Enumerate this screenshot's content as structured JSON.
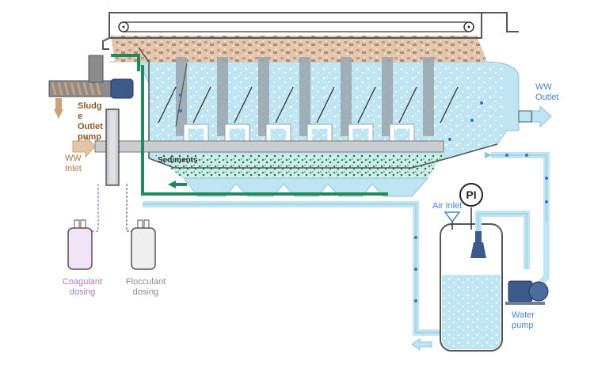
{
  "labels": {
    "sludge_outlet_pump": [
      "Sludg",
      "e",
      "Outlet",
      "pump"
    ],
    "ww_inlet": [
      "WW",
      "Inlet"
    ],
    "ww_outlet": [
      "WW",
      "Outlet"
    ],
    "sediments": "Sediments",
    "air_inlet": "Air Inlet",
    "pressure_indicator": "PI",
    "water_pump": [
      "Water",
      "pump"
    ],
    "coagulant_dosing": [
      "Coagulant",
      "dosing"
    ],
    "flocculant_dosing": [
      "Flocculant",
      "dosing"
    ]
  },
  "colors": {
    "water": "#bfe4f2",
    "sludge_layer": "#d9b9a0",
    "sediment": "#2e8b74",
    "green_pipe": "#1f8a5c",
    "frame": "#555555",
    "label_blue": "#4a86c8",
    "label_brown": "#8a5a2b",
    "coagulant_purple": "#b07ac8"
  },
  "icons": [
    "pressure-gauge-icon",
    "air-inlet-icon",
    "water-pump-icon",
    "sludge-pump-icon",
    "inlet-arrow-icon",
    "outlet-arrow-icon"
  ]
}
